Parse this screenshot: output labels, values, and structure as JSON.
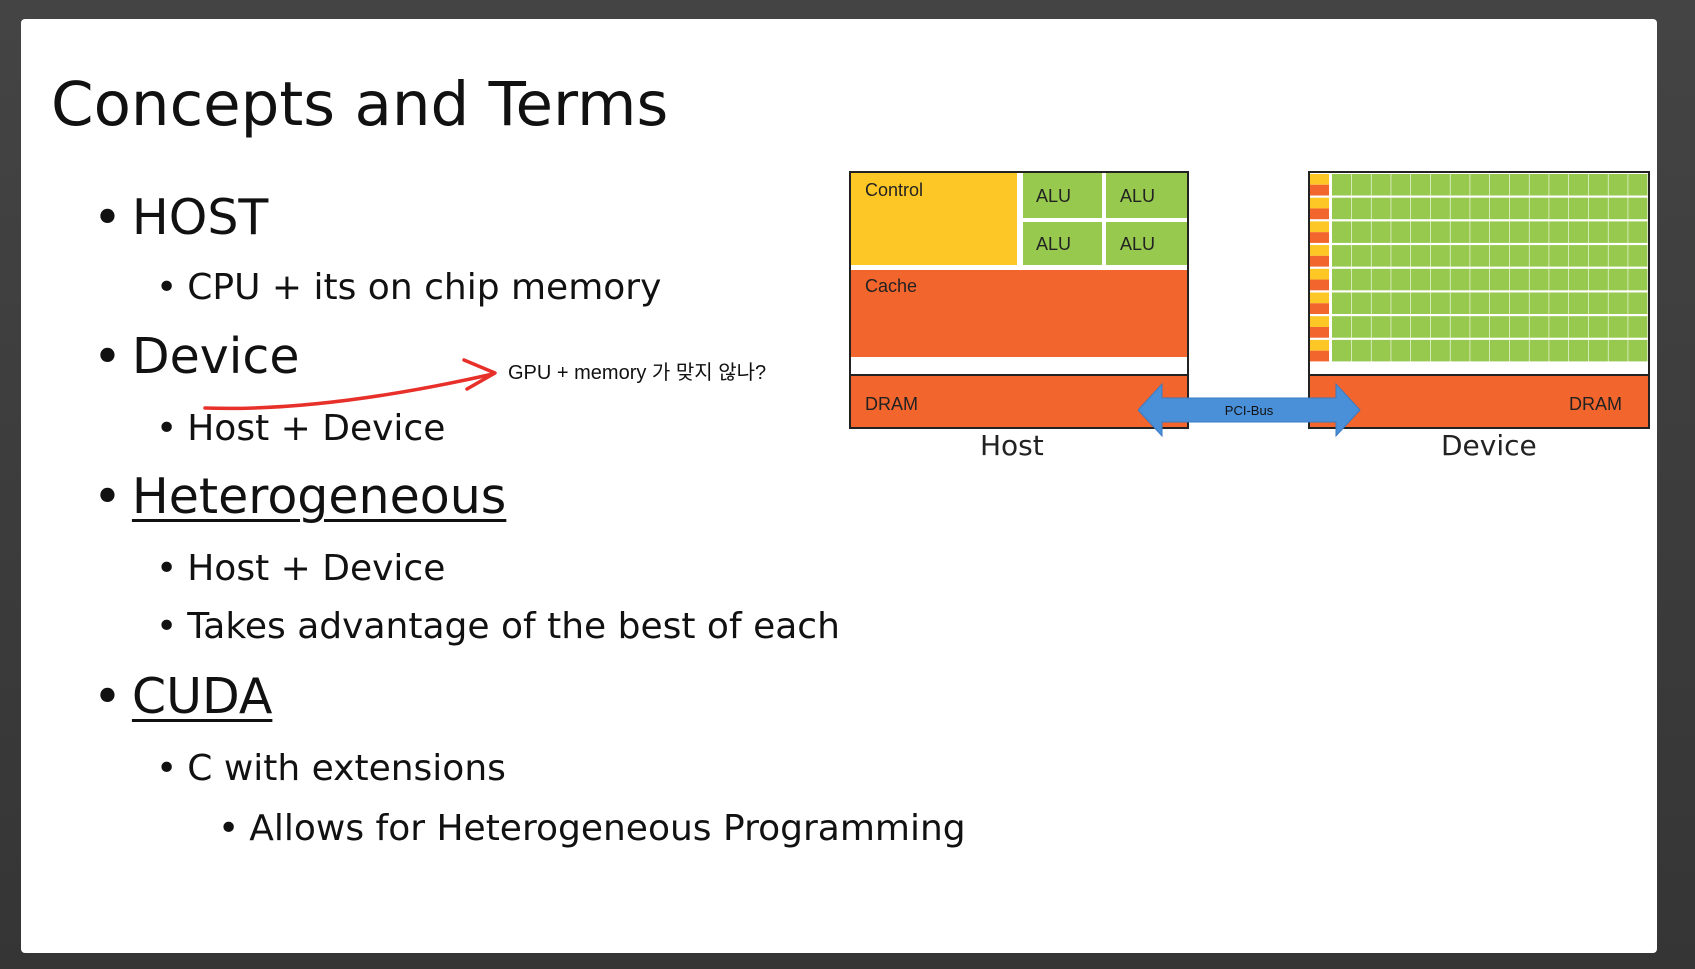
{
  "title": "Concepts and Terms",
  "bullets": {
    "host": "HOST",
    "host_sub": "CPU + its on chip memory",
    "device": "Device",
    "device_sub": "Host + Device",
    "hetero": "Heterogeneous",
    "hetero_sub1": "Host + Device",
    "hetero_sub2": "Takes advantage of the best of each",
    "cuda": "CUDA",
    "cuda_sub": "C with extensions",
    "cuda_subsub": "Allows for Heterogeneous Programming"
  },
  "bullet_glyph": "•",
  "annotation": {
    "text": "GPU + memory 가 맞지 않나?",
    "arrow_color": "#e8302a"
  },
  "diagram": {
    "host_caption": "Host",
    "device_caption": "Device",
    "control_label": "Control",
    "alu_labels": [
      "ALU",
      "ALU",
      "ALU",
      "ALU"
    ],
    "cache_label": "Cache",
    "host_dram_label": "DRAM",
    "device_dram_label": "DRAM",
    "bus_label": "PCI-Bus",
    "colors": {
      "control": "#fdc725",
      "alu": "#97c94f",
      "cache": "#f2652d",
      "dram": "#f2652d",
      "bus": "#4a90d9"
    }
  }
}
